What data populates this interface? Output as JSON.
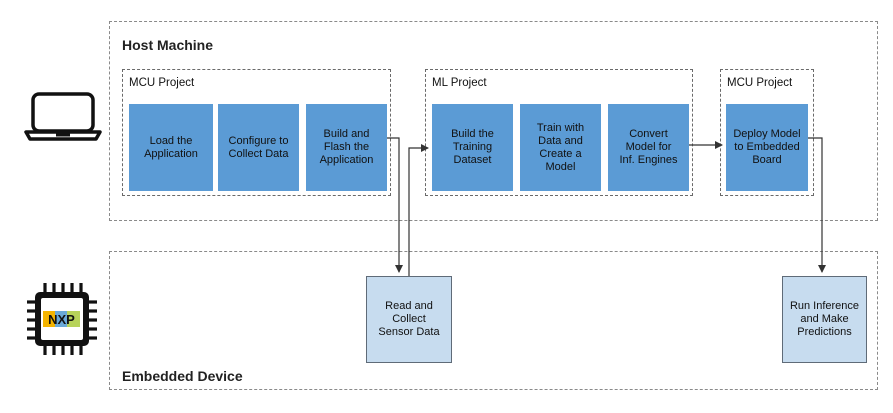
{
  "sections": {
    "host": {
      "title": "Host Machine"
    },
    "embedded": {
      "title": "Embedded Device"
    }
  },
  "groups": {
    "mcu_project_1": {
      "title": "MCU Project"
    },
    "ml_project": {
      "title": "ML Project"
    },
    "mcu_project_2": {
      "title": "MCU Project"
    }
  },
  "steps": {
    "load_application": "Load the\nApplication",
    "configure_collect": "Configure to\nCollect Data",
    "build_flash": "Build and\nFlash the\nApplication",
    "build_dataset": "Build the\nTraining\nDataset",
    "train_model": "Train with\nData and\nCreate a\nModel",
    "convert_model": "Convert\nModel for\nInf. Engines",
    "deploy_model": "Deploy Model\nto Embedded\nBoard",
    "read_sensor": "Read and\nCollect\nSensor Data",
    "run_inference": "Run Inference\nand Make\nPredictions"
  },
  "icons": {
    "host": "laptop-icon",
    "device": "nxp-chip-icon"
  },
  "chip_logo": "NXP",
  "colors": {
    "step_fill": "#5b9bd5",
    "device_step_fill": "#c7dcef",
    "arrow": "#333333",
    "dashed_border": "#8a8a8a"
  }
}
